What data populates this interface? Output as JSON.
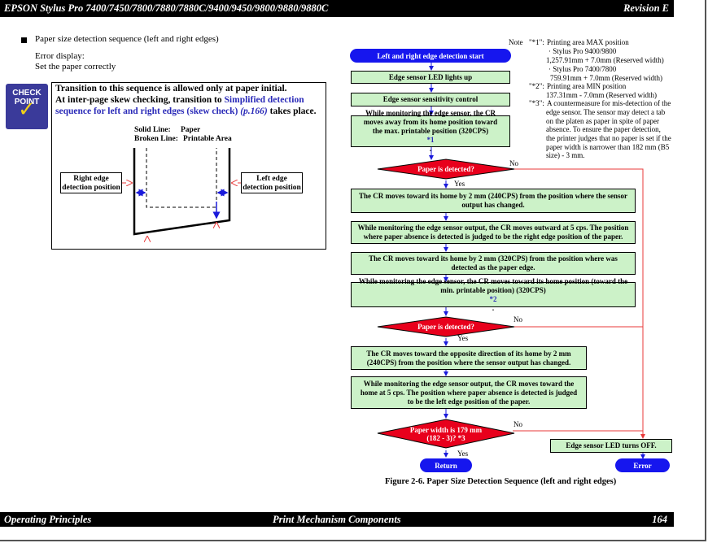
{
  "header": {
    "title": "EPSON Stylus Pro 7400/7450/7800/7880/7880C/9400/9450/9800/9880/9880C",
    "revision": "Revision E"
  },
  "footer": {
    "left": "Operating Principles",
    "center": "Print Mechanism Components",
    "page": "164"
  },
  "intro": {
    "bullet_title": "Paper size detection sequence (left and right edges)",
    "error_label": "Error display:",
    "error_value": "Set the paper correctly"
  },
  "check_point": {
    "badge_line1": "CHECK",
    "badge_line2": "POINT",
    "line1": "Transition to this sequence is allowed only at paper initial.",
    "line2_pre": "At inter-page skew checking, transition to ",
    "link1": "Simplified detection",
    "link2": "sequence for left and right edges (skew check)",
    "ref": "(p.166)",
    "line3_post": " takes place."
  },
  "diagram": {
    "solid_label": "Solid Line:",
    "solid_value": "Paper",
    "broken_label": "Broken Line:",
    "broken_value": "Printable Area",
    "right_box_1": "Right edge",
    "right_box_2": "detection position",
    "left_box_1": "Left edge",
    "left_box_2": "detection position"
  },
  "flow": {
    "start": "Left and right edge detection start",
    "s1": "Edge sensor LED lights up",
    "s2": "Edge sensor sensitivity control",
    "s3_1": "While monitoring the edge sensor, the CR",
    "s3_2": "moves away from its home position toward",
    "s3_3": "the max. printable position (320CPS)",
    "s3_ref": "*1",
    "d1": "Paper is detected?",
    "yes": "Yes",
    "no": "No",
    "s4_1": "The CR moves toward its home by 2 mm (240CPS) from the position where the sensor",
    "s4_2": "output has changed.",
    "s5_1": "While monitoring the edge sensor output, the CR moves outward at 5 cps. The position",
    "s5_2": "where paper absence is detected is judged to be the right edge position of the paper.",
    "s6_1": "The CR moves toward its home by 2 mm (320CPS) from the position where was",
    "s6_2": "detected as the paper edge.",
    "s7_1": "While monitoring the edge sensor, the CR moves toward its home position (toward the",
    "s7_2": "min. printable position) (320CPS)",
    "s7_ref": "*2",
    "d2": "Paper is detected?",
    "s8_1": "The CR moves toward the opposite direction of its home by 2 mm",
    "s8_2": "(240CPS) from the position where the sensor output has changed.",
    "s9_1": "While monitoring the edge sensor output, the CR moves toward the",
    "s9_2": "home at 5 cps. The position where paper absence is detected is judged",
    "s9_3": "to be the left edge position of the paper.",
    "d3_1": "Paper width is 179 mm",
    "d3_2": "(182 - 3)? *3",
    "led_off": "Edge sensor LED turns OFF.",
    "return": "Return",
    "error": "Error"
  },
  "note": {
    "label": "Note",
    "n1_key": "\"*1\":",
    "n1_text": "Printing area MAX position",
    "n1_a": "· Stylus Pro 9400/9800",
    "n1_b": "1,257.91mm + 7.0mm (Reserved width)",
    "n1_c": "· Stylus Pro 7400/7800",
    "n1_d": "759.91mm + 7.0mm (Reserved width)",
    "n2_key": "\"*2\":",
    "n2_text": "Printing area MIN position",
    "n2_a": "137.31mm - 7.0mm (Reserved width)",
    "n3_key": "\"*3\":",
    "n3_text": "A countermeasure for mis-detection of the",
    "n3_a": "edge sensor. The sensor may detect a tab",
    "n3_b": "on the platen as paper in spite of paper",
    "n3_c": "absence. To ensure the paper detection,",
    "n3_d": "the printer judges that no paper is set if the",
    "n3_e": "paper width is narrower than 182 mm (B5",
    "n3_f": "size) - 3 mm."
  },
  "caption": "Figure 2-6.  Paper Size Detection Sequence (left and right edges)",
  "colors": {
    "process_fill": "#ccf2c8",
    "decision_fill": "#e8001c",
    "terminal_fill": "#1616ee",
    "arrow": "#1a1adb",
    "error_line": "#e83a3a"
  }
}
